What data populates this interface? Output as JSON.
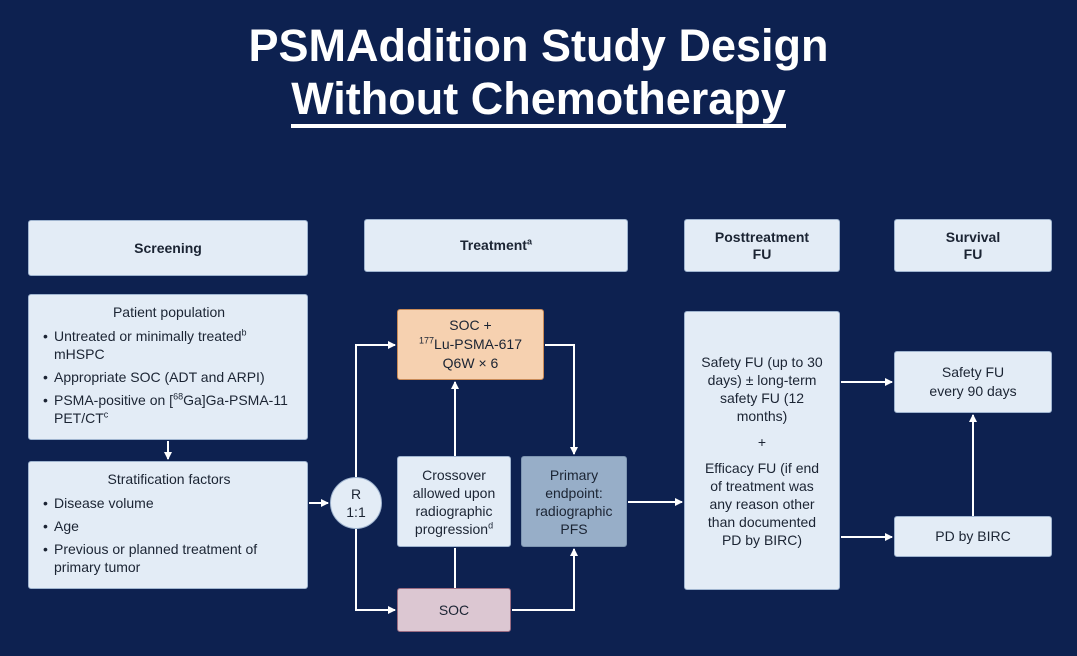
{
  "title": {
    "line1": "PSMAddition Study Design",
    "line2": "Without Chemotherapy"
  },
  "headers": {
    "screening": "Screening",
    "treatment": "Treatment",
    "treatment_sup": "a",
    "posttreatment_line1": "Posttreatment",
    "posttreatment_line2": "FU",
    "survival_line1": "Survival",
    "survival_line2": "FU"
  },
  "population": {
    "title": "Patient population",
    "item1_pre": "Untreated or minimally treated",
    "item1_sup": "b",
    "item1_post": " mHSPC",
    "item2": "Appropriate SOC (ADT and ARPI)",
    "item3_pre": "PSMA-positive on [",
    "item3_sup1": "68",
    "item3_mid": "Ga]Ga-PSMA-11 PET/CT",
    "item3_sup2": "c"
  },
  "stratification": {
    "title": "Stratification factors",
    "items": [
      "Disease volume",
      "Age",
      "Previous or planned treatment of primary tumor"
    ]
  },
  "randomization": {
    "line1": "R",
    "line2": "1:1"
  },
  "arm_lu": {
    "line1": "SOC +",
    "line2_sup": "177",
    "line2": "Lu-PSMA-617",
    "line3": "Q6W × 6"
  },
  "crossover": {
    "text": "Crossover allowed upon radiographic progression",
    "sup": "d"
  },
  "endpoint": {
    "line1": "Primary",
    "line2": "endpoint:",
    "line3": "radiographic",
    "line4": "PFS"
  },
  "arm_soc": {
    "label": "SOC"
  },
  "posttreatment": {
    "safety": "Safety FU (up to 30 days) ± long-term safety FU (12 months)",
    "plus": "+",
    "efficacy": "Efficacy FU (if end of treatment was any reason other than documented PD by BIRC)"
  },
  "survival_safety": {
    "line1": "Safety FU",
    "line2": "every 90 days"
  },
  "pd_birc": {
    "label": "PD by BIRC"
  },
  "colors": {
    "background": "#0d2150",
    "box_fill": "#e3ecf6",
    "lu_arm_fill": "#f6d1b0",
    "lu_arm_border": "#c98b58",
    "soc_fill": "#dcc7d2",
    "soc_border": "#9a6c82",
    "endpoint_fill": "#97aec8",
    "arrow": "#ffffff"
  }
}
